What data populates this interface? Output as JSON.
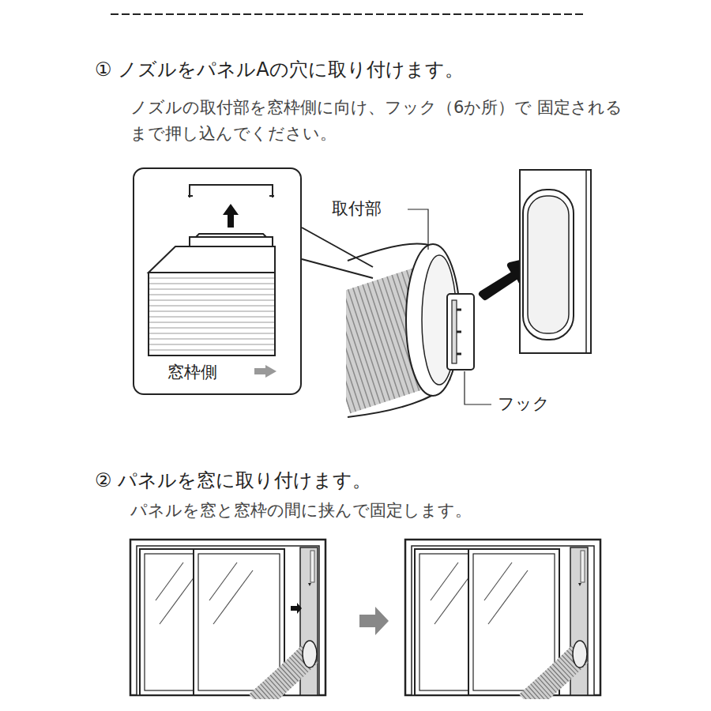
{
  "diagram": {
    "nodes": [
      {
        "text": [
          "窓枠側"
        ]
      }
    ],
    "labels": [
      "① ノズルをパネルAの穴に取り付けます。",
      "ノズルの取付部を窓枠側に向け、フック（6か所）で 固定されるまで押し込んでください。",
      "取付部",
      "フック",
      "② パネルを窓に取り付けます。",
      "パネルを窓と窓枠の間に挟んで固定します。"
    ]
  }
}
